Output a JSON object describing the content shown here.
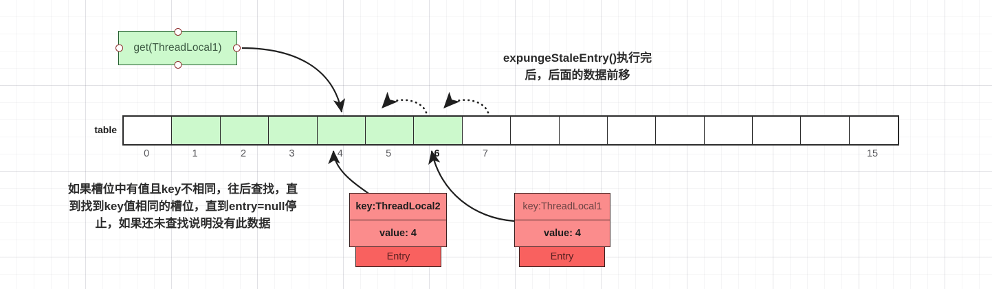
{
  "diagram": {
    "title_note": {
      "line1": "expungeStaleEntry()执行完",
      "line2": "后，后面的数据前移"
    },
    "left_note": {
      "line1": "如果槽位中有值且key不相同，往后查找，直",
      "line2": "到找到key值相同的槽位，直到entry=null停",
      "line3": "止，如果还未查找说明没有此数据"
    },
    "call_box": {
      "label": "get(ThreadLocal1)",
      "fill": "#ccf9cc",
      "stroke": "#1f5b2b",
      "connector_color": "#8c2a2a"
    },
    "table": {
      "label": "table",
      "cell_count": 16,
      "filled_indexes": [
        1,
        2,
        3,
        4,
        5,
        6
      ],
      "filled_color": "#ccf9cc",
      "empty_color": "#ffffff",
      "border_color": "#2b2b2b",
      "visible_index_labels": [
        "0",
        "1",
        "2",
        "3",
        "4",
        "5",
        "6",
        "7",
        "",
        "",
        "",
        "",
        "",
        "",
        "",
        "15"
      ],
      "highlighted_index_label": "6"
    },
    "entries": [
      {
        "key": "key:ThreadLocal2",
        "value": "value: 4",
        "footer": "Entry",
        "key_style": "bold",
        "card_color": "#fb8c8c",
        "footer_color": "#f9615f",
        "points_to_index": "4"
      },
      {
        "key": "key:ThreadLocal1",
        "value": "value: 4",
        "footer": "Entry",
        "key_style": "muted",
        "card_color": "#fb8c8c",
        "footer_color": "#f9615f",
        "points_to_index": "6"
      }
    ],
    "shift_arrows": [
      {
        "from_index": "6",
        "to_index": "5",
        "style": "dotted"
      },
      {
        "from_index": "7",
        "to_index": "6",
        "style": "dotted"
      }
    ]
  }
}
